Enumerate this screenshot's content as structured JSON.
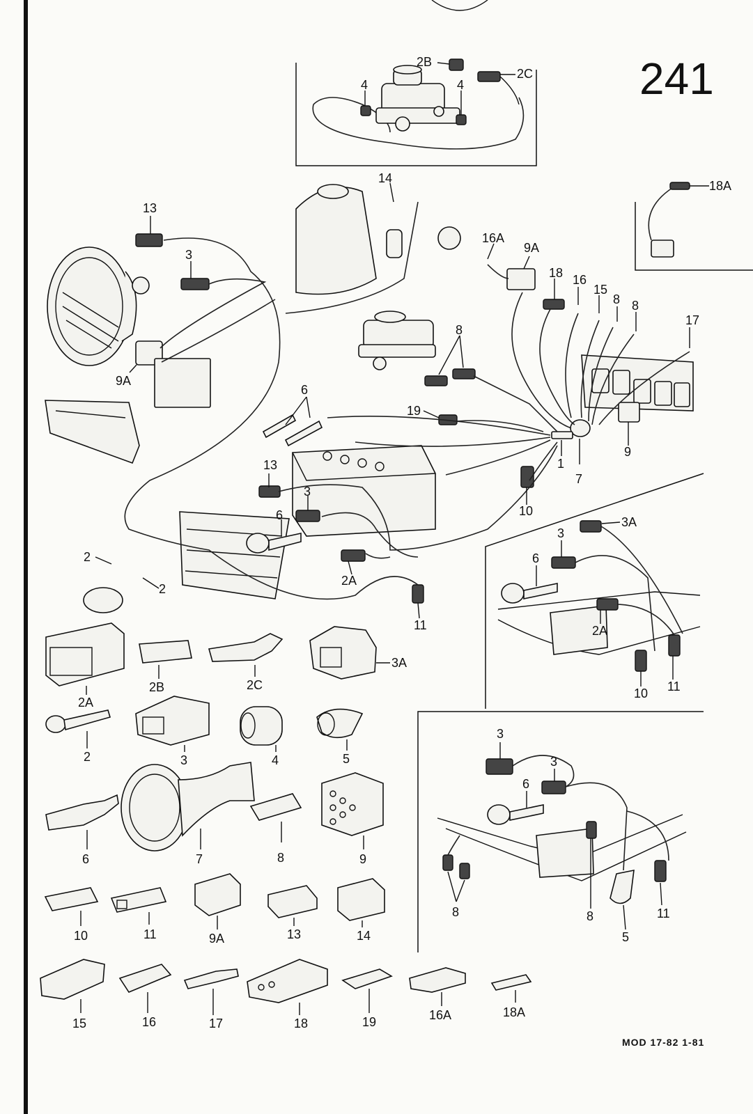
{
  "page_number": "241",
  "footer": "MOD 17-82  1-81",
  "callouts": {
    "inset_brake": [
      "2B",
      "2C",
      "4",
      "4"
    ],
    "inset_18a": [
      "18A"
    ],
    "main": [
      "13",
      "3",
      "14",
      "9A",
      "16A",
      "9A",
      "18",
      "16",
      "15",
      "8",
      "8",
      "17",
      "8",
      "6",
      "19",
      "13",
      "3",
      "6",
      "1",
      "7",
      "9",
      "10",
      "2",
      "2",
      "2A",
      "11"
    ],
    "inset_right": [
      "3A",
      "3",
      "6",
      "2A",
      "10",
      "11"
    ],
    "inset_lower": [
      "3",
      "3",
      "6",
      "8",
      "8",
      "11",
      "5"
    ]
  },
  "parts_legend": [
    {
      "ref": "2A"
    },
    {
      "ref": "2B"
    },
    {
      "ref": "2C"
    },
    {
      "ref": "3A"
    },
    {
      "ref": "2"
    },
    {
      "ref": "3"
    },
    {
      "ref": "4"
    },
    {
      "ref": "5"
    },
    {
      "ref": "6"
    },
    {
      "ref": "7"
    },
    {
      "ref": "8"
    },
    {
      "ref": "9"
    },
    {
      "ref": "10"
    },
    {
      "ref": "11"
    },
    {
      "ref": "9A"
    },
    {
      "ref": "13"
    },
    {
      "ref": "14"
    },
    {
      "ref": "15"
    },
    {
      "ref": "16"
    },
    {
      "ref": "17"
    },
    {
      "ref": "18"
    },
    {
      "ref": "19"
    },
    {
      "ref": "16A"
    },
    {
      "ref": "18A"
    }
  ]
}
